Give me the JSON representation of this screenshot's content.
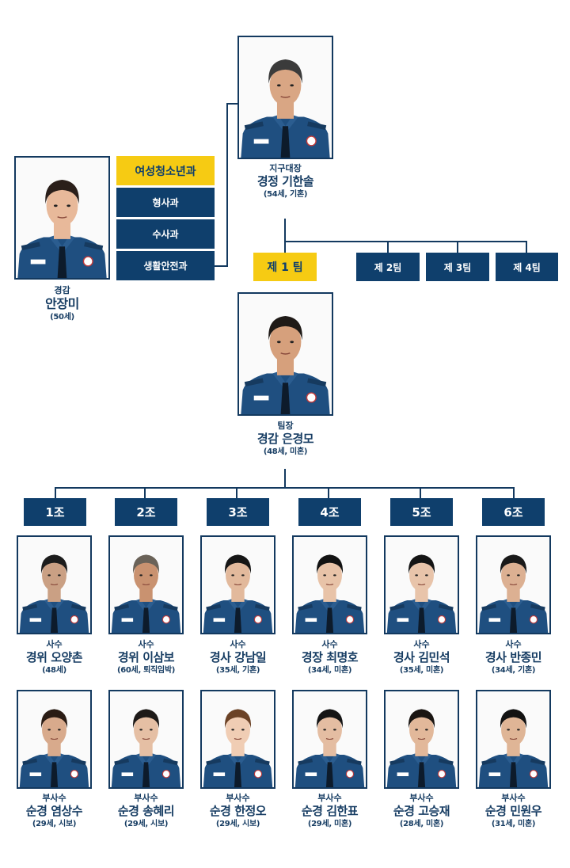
{
  "chief": {
    "rank": "지구대장",
    "name": "경정 기한솔",
    "info": "(54세, 기혼)"
  },
  "left_officer": {
    "rank": "경감",
    "name": "안장미",
    "info": "(50세)"
  },
  "departments": [
    "여성청소년과",
    "형사과",
    "수사과",
    "생활안전과"
  ],
  "teams": {
    "team1": "제 1 팀",
    "team2": "제 2팀",
    "team3": "제 3팀",
    "team4": "제 4팀"
  },
  "team_leader": {
    "rank": "팀장",
    "name": "경감 은경모",
    "info": "(48세, 미혼)"
  },
  "squads": [
    {
      "label": "1조",
      "senior": {
        "role": "사수",
        "name": "경위 오양촌",
        "info": "(48세)"
      },
      "junior": {
        "role": "부사수",
        "name": "순경 염상수",
        "info": "(29세, 시보)"
      }
    },
    {
      "label": "2조",
      "senior": {
        "role": "사수",
        "name": "경위 이삼보",
        "info": "(60세, 퇴직임박)"
      },
      "junior": {
        "role": "부사수",
        "name": "순경 송혜리",
        "info": "(29세, 시보)"
      }
    },
    {
      "label": "3조",
      "senior": {
        "role": "사수",
        "name": "경사 강남일",
        "info": "(35세, 기혼)"
      },
      "junior": {
        "role": "부사수",
        "name": "순경 한정오",
        "info": "(29세, 시보)"
      }
    },
    {
      "label": "4조",
      "senior": {
        "role": "사수",
        "name": "경장 최명호",
        "info": "(34세, 미혼)"
      },
      "junior": {
        "role": "부사수",
        "name": "순경 김한표",
        "info": "(29세, 미혼)"
      }
    },
    {
      "label": "5조",
      "senior": {
        "role": "사수",
        "name": "경사 김민석",
        "info": "(35세, 미혼)"
      },
      "junior": {
        "role": "부사수",
        "name": "순경 고승재",
        "info": "(28세, 미혼)"
      }
    },
    {
      "label": "6조",
      "senior": {
        "role": "사수",
        "name": "경사 반종민",
        "info": "(34세, 기혼)"
      },
      "junior": {
        "role": "부사수",
        "name": "순경 민원우",
        "info": "(31세, 미혼)"
      }
    }
  ],
  "colors": {
    "navy": "#0f3f6c",
    "yellow": "#f6cb13",
    "text": "#173d63"
  }
}
